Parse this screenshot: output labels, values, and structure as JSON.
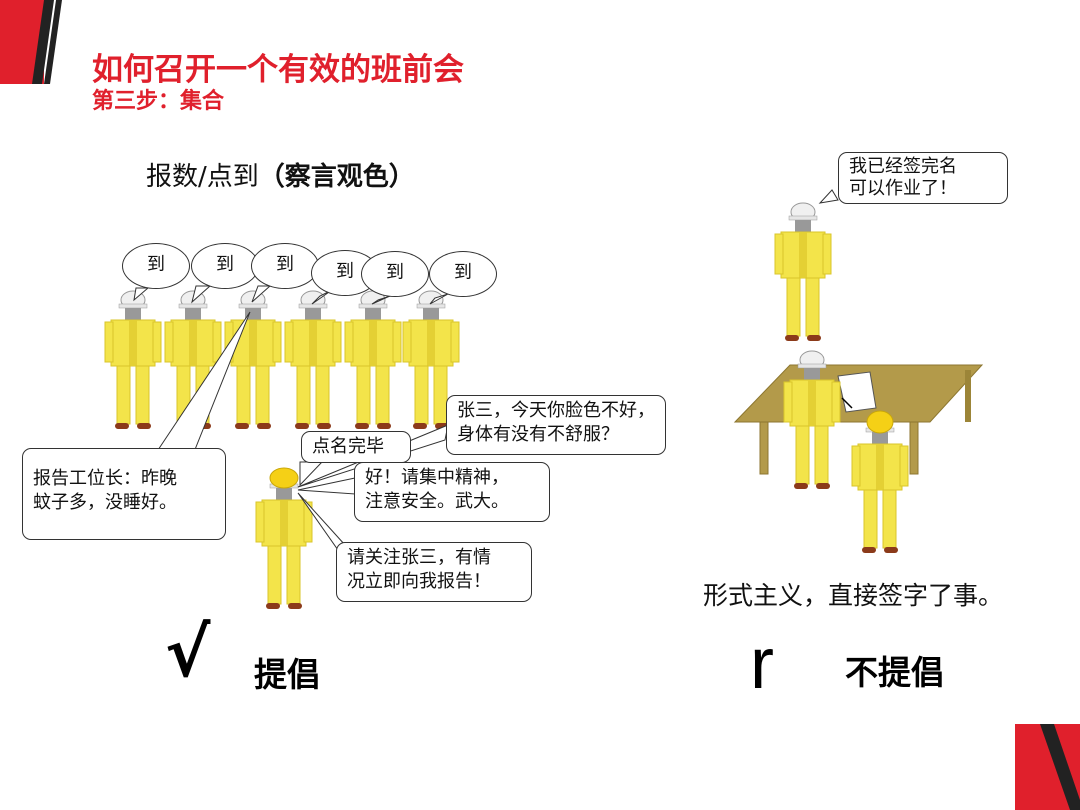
{
  "header": {
    "title": "如何召开一个有效的班前会",
    "subtitle": "第三步：集合"
  },
  "main": {
    "label_prefix": "报数/点到",
    "label_bold": "（察言观色）"
  },
  "left_scene": {
    "roll_call": [
      "到",
      "到",
      "到",
      "到",
      "到",
      "到"
    ],
    "worker_report": "报告工位长：昨晚\n蚊子多，没睡好。",
    "leader_done": "点名完毕",
    "leader_ask": "张三，今天你脸色不好，\n身体有没有不舒服？",
    "leader_ok": "好！请集中精神，\n注意安全。武大。",
    "leader_watch": "请关注张三，有情\n况立即向我报告！",
    "verdict_mark": "√",
    "verdict_label": "提倡"
  },
  "right_scene": {
    "signed_bubble": "我已经签完名\n可以作业了！",
    "caption": "形式主义，直接签字了事。",
    "verdict_mark": "r",
    "verdict_label": "不提倡"
  },
  "colors": {
    "accent_red": "#e0202c",
    "worker_yellow": "#f3e44a",
    "table_brown": "#b39a4a"
  }
}
